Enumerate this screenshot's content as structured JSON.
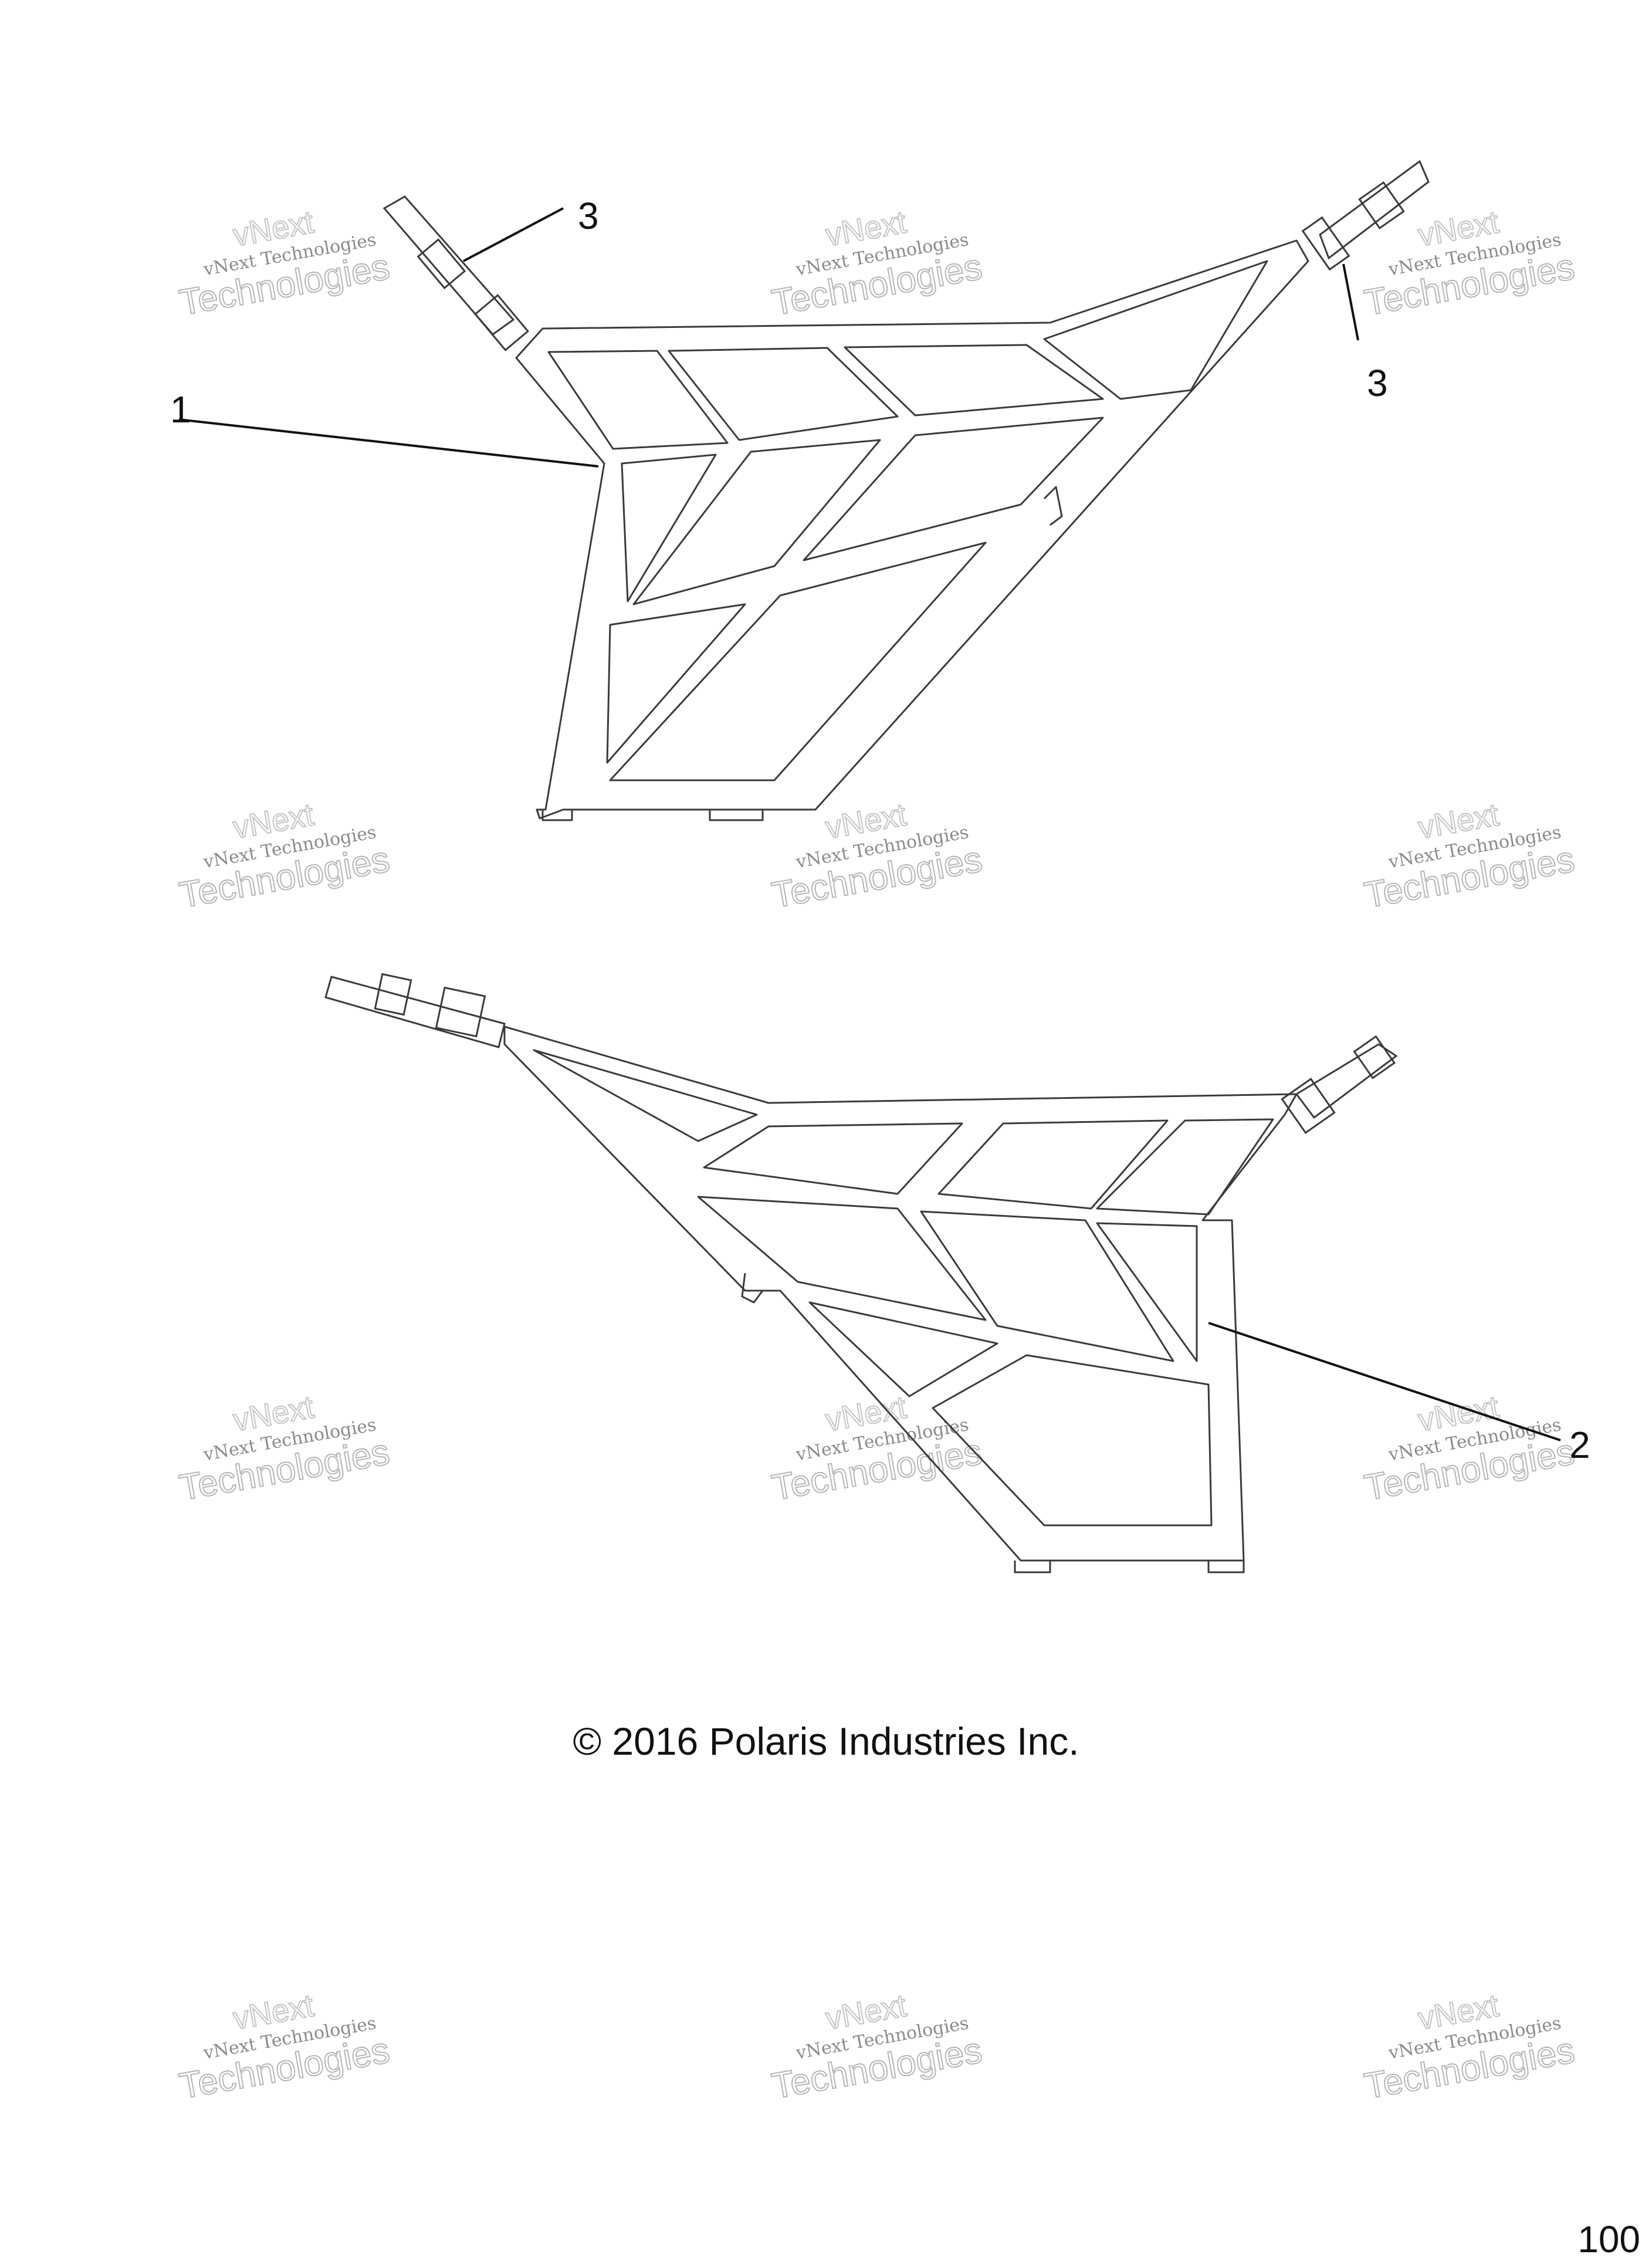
{
  "callouts": {
    "c1": "1",
    "c2": "2",
    "c3a": "3",
    "c3b": "3"
  },
  "watermark": {
    "line0": "vNext",
    "line1": "vNext Technologies",
    "line2": "Technologies"
  },
  "copyright": "© 2016 Polaris Industries Inc.",
  "page_number": "100",
  "colors": {
    "line": "#3a3a3a",
    "text": "#111111",
    "watermark": "#b5b5b5"
  }
}
